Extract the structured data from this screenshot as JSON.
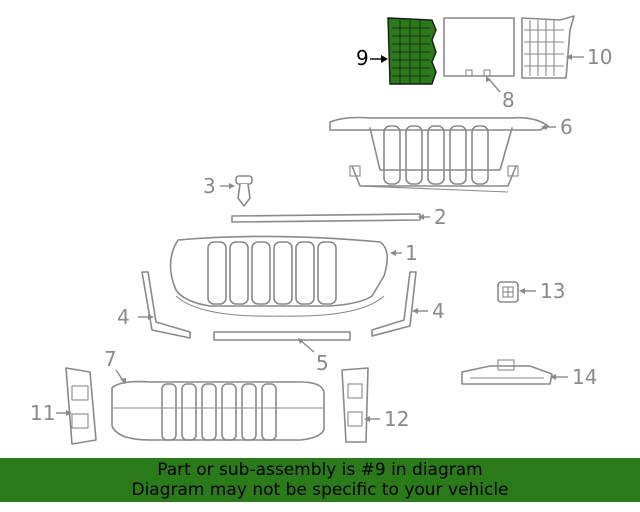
{
  "callouts": {
    "c1": "1",
    "c2": "2",
    "c3": "3",
    "c4a": "4",
    "c4b": "4",
    "c5": "5",
    "c6": "6",
    "c7": "7",
    "c8": "8",
    "c9": "9",
    "c10": "10",
    "c11": "11",
    "c12": "12",
    "c13": "13",
    "c14": "14"
  },
  "highlight_color": "#2b7a1a",
  "banner": {
    "line1": "Part or sub-assembly is #9 in diagram",
    "line2": "Diagram may not be specific to your vehicle",
    "background": "#2b7a1a"
  }
}
